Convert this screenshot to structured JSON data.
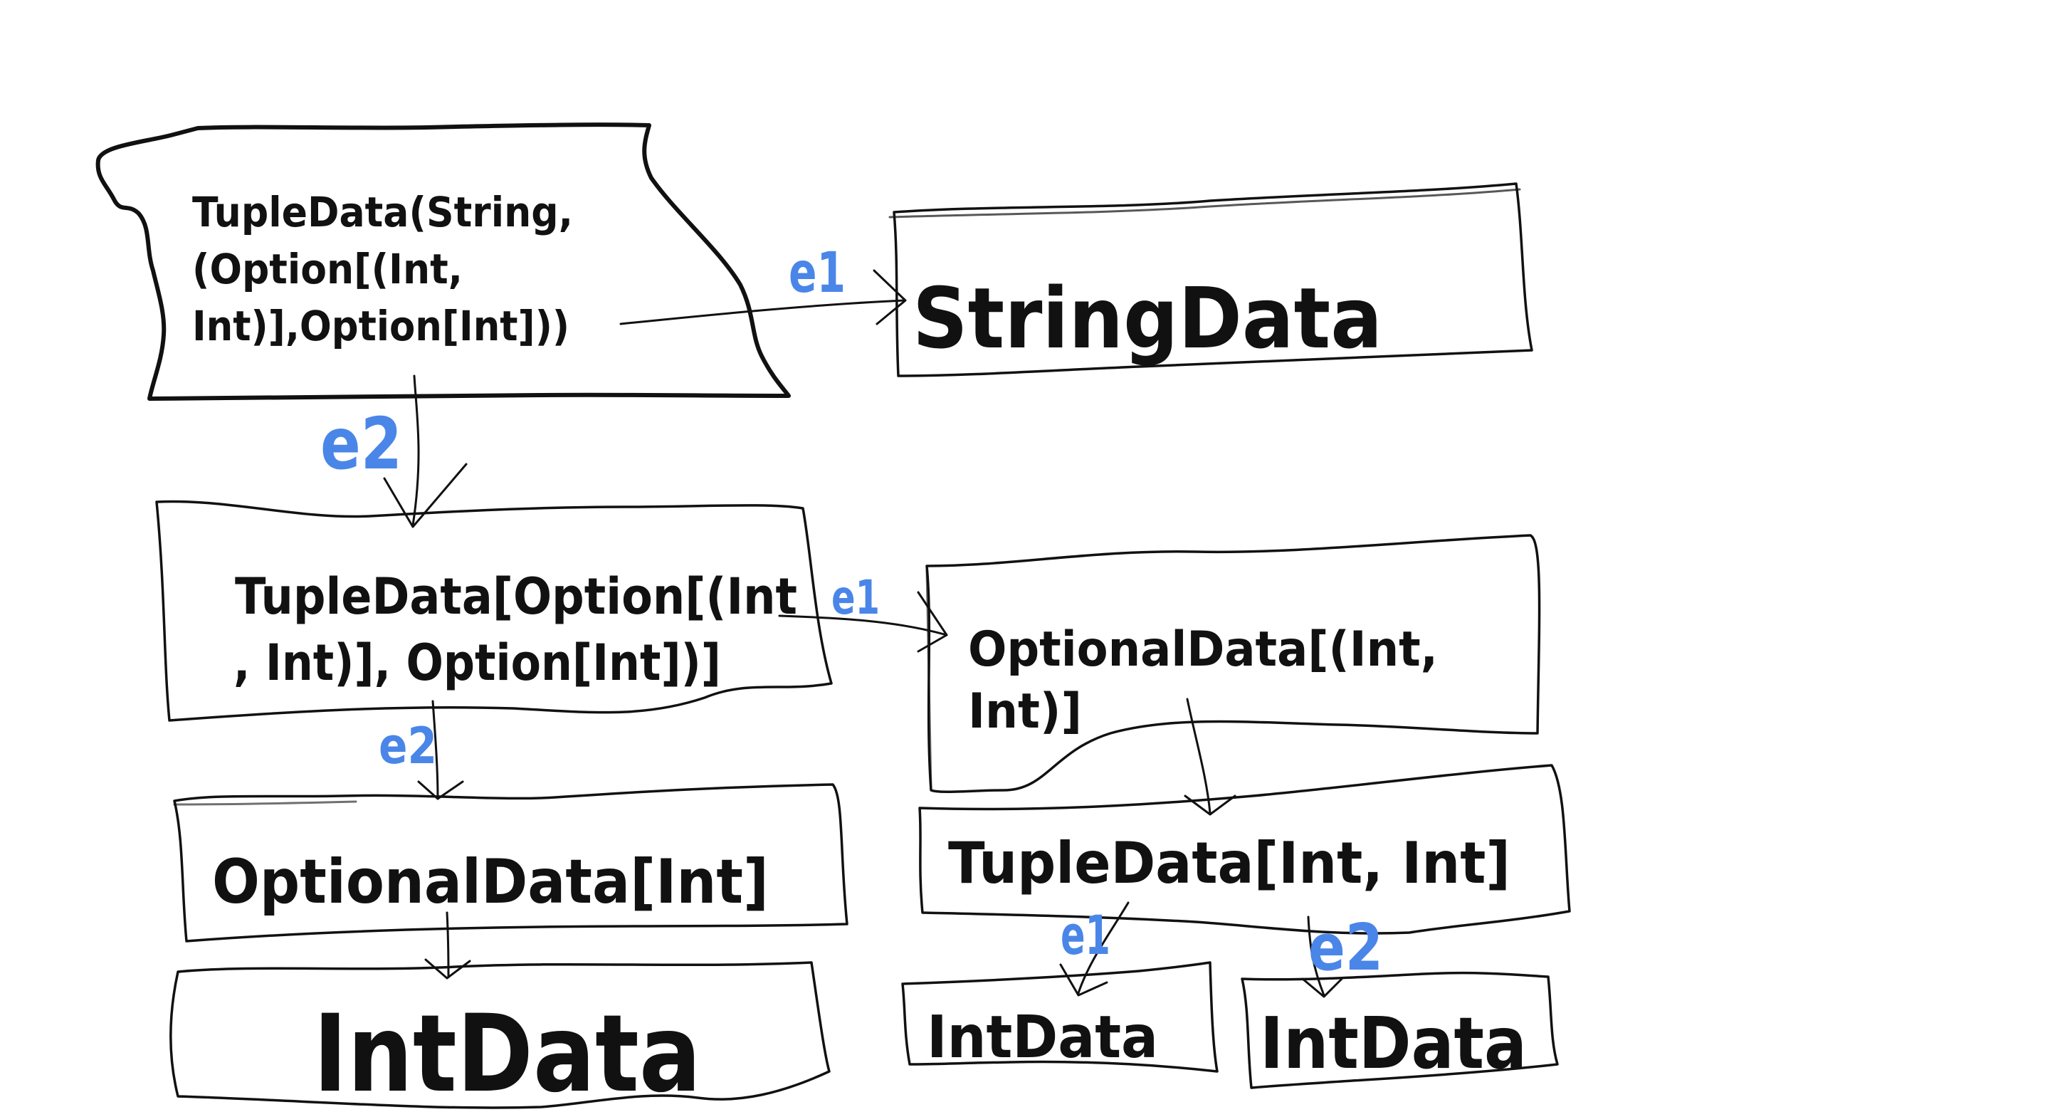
{
  "colors": {
    "ink": "#111111",
    "edge_label": "#4a86e8",
    "background": "#ffffff"
  },
  "nodes": {
    "root": {
      "lines": [
        "TupleData(String,",
        "(Option[(Int,",
        "Int)],Option[Int]))"
      ]
    },
    "string_data": {
      "lines": [
        "StringData"
      ]
    },
    "tuple_mid": {
      "lines": [
        "TupleData[Option[(Int",
        ", Int)], Option[Int])]"
      ]
    },
    "optional_pair": {
      "lines": [
        "OptionalData[(Int,",
        "Int)]"
      ]
    },
    "optional_int": {
      "lines": [
        "OptionalData[Int]"
      ]
    },
    "tuple_int_int": {
      "lines": [
        "TupleData[Int, Int]"
      ]
    },
    "int_data_left": {
      "lines": [
        "IntData"
      ]
    },
    "int_data_mid": {
      "lines": [
        "IntData"
      ]
    },
    "int_data_right": {
      "lines": [
        "IntData"
      ]
    }
  },
  "edges": {
    "root_to_string": {
      "label": "e1"
    },
    "root_to_tuple": {
      "label": "e2"
    },
    "tuple_to_optional_pair": {
      "label": "e1"
    },
    "tuple_to_optional_int": {
      "label": "e2"
    },
    "optional_int_to_int": {
      "label": ""
    },
    "optional_pair_to_tuple": {
      "label": ""
    },
    "tuple_to_int_left": {
      "label": "e1"
    },
    "tuple_to_int_right": {
      "label": "e2"
    }
  }
}
